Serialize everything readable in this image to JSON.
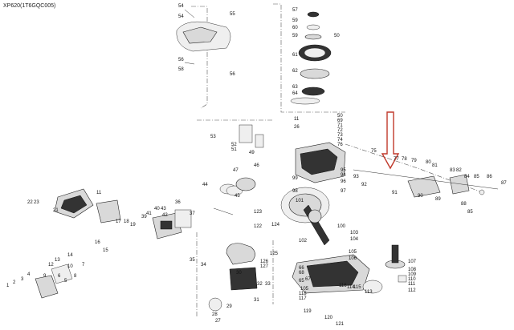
{
  "title": "XP620(1T6GQC005)",
  "callout_color": "#c0392b",
  "labels": [
    {
      "id": "l54a",
      "text": "54"
    },
    {
      "id": "l55",
      "text": "55"
    },
    {
      "id": "l54b",
      "text": "54"
    },
    {
      "id": "l56a",
      "text": "56"
    },
    {
      "id": "l58",
      "text": "58"
    },
    {
      "id": "l56b",
      "text": "56"
    },
    {
      "id": "l57",
      "text": "57"
    },
    {
      "id": "l59a",
      "text": "59"
    },
    {
      "id": "l60",
      "text": "60"
    },
    {
      "id": "l59b",
      "text": "59"
    },
    {
      "id": "l50a",
      "text": "50"
    },
    {
      "id": "l61",
      "text": "61"
    },
    {
      "id": "l62",
      "text": "62"
    },
    {
      "id": "l63",
      "text": "63"
    },
    {
      "id": "l64",
      "text": "64"
    },
    {
      "id": "l50b",
      "text": "50"
    },
    {
      "id": "l69",
      "text": "69"
    },
    {
      "id": "l71",
      "text": "71"
    },
    {
      "id": "l72",
      "text": "72"
    },
    {
      "id": "l73",
      "text": "73"
    },
    {
      "id": "l11a",
      "text": "11"
    },
    {
      "id": "l26",
      "text": "26"
    },
    {
      "id": "l74",
      "text": "74"
    },
    {
      "id": "l53",
      "text": "53"
    },
    {
      "id": "l52",
      "text": "52"
    },
    {
      "id": "l51",
      "text": "51"
    },
    {
      "id": "l49",
      "text": "49"
    },
    {
      "id": "l75",
      "text": "75"
    },
    {
      "id": "l76",
      "text": "76"
    },
    {
      "id": "l77",
      "text": "77"
    },
    {
      "id": "l78",
      "text": "78"
    },
    {
      "id": "l79",
      "text": "79"
    },
    {
      "id": "l80",
      "text": "80"
    },
    {
      "id": "l81",
      "text": "81"
    },
    {
      "id": "l83",
      "text": "83"
    },
    {
      "id": "l82",
      "text": "82"
    },
    {
      "id": "l84",
      "text": "84"
    },
    {
      "id": "l85a",
      "text": "85"
    },
    {
      "id": "l86",
      "text": "86"
    },
    {
      "id": "l87",
      "text": "87"
    },
    {
      "id": "l93",
      "text": "93"
    },
    {
      "id": "l92",
      "text": "92"
    },
    {
      "id": "l95",
      "text": "95"
    },
    {
      "id": "l94",
      "text": "94"
    },
    {
      "id": "l96",
      "text": "96"
    },
    {
      "id": "l91",
      "text": "91"
    },
    {
      "id": "l90",
      "text": "90"
    },
    {
      "id": "l89",
      "text": "89"
    },
    {
      "id": "l88",
      "text": "88"
    },
    {
      "id": "l85b",
      "text": "85"
    },
    {
      "id": "l47",
      "text": "47"
    },
    {
      "id": "l46",
      "text": "46"
    },
    {
      "id": "l99",
      "text": "99"
    },
    {
      "id": "l98",
      "text": "98"
    },
    {
      "id": "l97",
      "text": "97"
    },
    {
      "id": "l101",
      "text": "101"
    },
    {
      "id": "l100",
      "text": "100"
    },
    {
      "id": "l103",
      "text": "103"
    },
    {
      "id": "l104",
      "text": "104"
    },
    {
      "id": "l102",
      "text": "102"
    },
    {
      "id": "l44",
      "text": "44"
    },
    {
      "id": "l45",
      "text": "45"
    },
    {
      "id": "l36",
      "text": "36"
    },
    {
      "id": "l11b",
      "text": "11"
    },
    {
      "id": "l21",
      "text": "21"
    },
    {
      "id": "l22",
      "text": "22"
    },
    {
      "id": "l23",
      "text": "23"
    },
    {
      "id": "l40",
      "text": "40"
    },
    {
      "id": "l43",
      "text": "43"
    },
    {
      "id": "l41",
      "text": "41"
    },
    {
      "id": "l42",
      "text": "42"
    },
    {
      "id": "l39",
      "text": "39"
    },
    {
      "id": "l17",
      "text": "17"
    },
    {
      "id": "l18",
      "text": "18"
    },
    {
      "id": "l19",
      "text": "19"
    },
    {
      "id": "l37",
      "text": "37"
    },
    {
      "id": "l123",
      "text": "123"
    },
    {
      "id": "l122",
      "text": "122"
    },
    {
      "id": "l124",
      "text": "124"
    },
    {
      "id": "l125",
      "text": "125"
    },
    {
      "id": "l126",
      "text": "126"
    },
    {
      "id": "l127",
      "text": "127"
    },
    {
      "id": "l16",
      "text": "16"
    },
    {
      "id": "l15",
      "text": "15"
    },
    {
      "id": "l14",
      "text": "14"
    },
    {
      "id": "l13",
      "text": "13"
    },
    {
      "id": "l12",
      "text": "12"
    },
    {
      "id": "l10",
      "text": "10"
    },
    {
      "id": "l7",
      "text": "7"
    },
    {
      "id": "l4",
      "text": "4"
    },
    {
      "id": "l3",
      "text": "3"
    },
    {
      "id": "l2",
      "text": "2"
    },
    {
      "id": "l1",
      "text": "1"
    },
    {
      "id": "l9",
      "text": "9"
    },
    {
      "id": "l6",
      "text": "6"
    },
    {
      "id": "l5",
      "text": "5"
    },
    {
      "id": "l8",
      "text": "8"
    },
    {
      "id": "l30",
      "text": "30"
    },
    {
      "id": "l31",
      "text": "31"
    },
    {
      "id": "l32",
      "text": "32"
    },
    {
      "id": "l33",
      "text": "33"
    },
    {
      "id": "l29",
      "text": "29"
    },
    {
      "id": "l28",
      "text": "28"
    },
    {
      "id": "l27",
      "text": "27"
    },
    {
      "id": "l65",
      "text": "65"
    },
    {
      "id": "l105a",
      "text": "105"
    },
    {
      "id": "l106",
      "text": "106"
    },
    {
      "id": "l105b",
      "text": "105"
    },
    {
      "id": "l107",
      "text": "107"
    },
    {
      "id": "l108",
      "text": "108"
    },
    {
      "id": "l109",
      "text": "109"
    },
    {
      "id": "l110",
      "text": "110"
    },
    {
      "id": "l111",
      "text": "111"
    },
    {
      "id": "l112",
      "text": "112"
    },
    {
      "id": "l113",
      "text": "113"
    },
    {
      "id": "l114",
      "text": "114"
    },
    {
      "id": "l115",
      "text": "115"
    },
    {
      "id": "l116",
      "text": "116"
    },
    {
      "id": "l118",
      "text": "118"
    },
    {
      "id": "l117",
      "text": "117"
    },
    {
      "id": "l119",
      "text": "119"
    },
    {
      "id": "l120",
      "text": "120"
    },
    {
      "id": "l121",
      "text": "121"
    },
    {
      "id": "l68",
      "text": "68"
    },
    {
      "id": "l66",
      "text": "66"
    },
    {
      "id": "l67",
      "text": "67"
    },
    {
      "id": "l34",
      "text": "34"
    },
    {
      "id": "l35",
      "text": "35"
    }
  ]
}
